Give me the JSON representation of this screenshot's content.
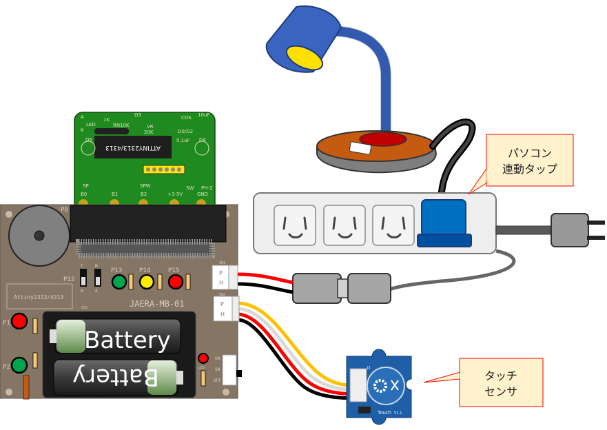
{
  "callouts": {
    "power_strip": {
      "line1": "パソコン",
      "line2": "連動タップ"
    },
    "touch_sensor": {
      "line1": "タッチ",
      "line2": "センサ"
    }
  },
  "sub_board": {
    "chip_label": "ATTINY2313/4313",
    "labels": {
      "led": "LED",
      "k": "K",
      "a": "A",
      "r1k": "1K",
      "rn10k": "RN10K",
      "d3": "D3",
      "vr": "VR",
      "vr20k": "20K",
      "cds": "CDS",
      "d0d2": "D0/D2",
      "c10uf": "10uF",
      "d5": "D5",
      "d4": "D4",
      "c01uf": "0.1uF",
      "sp": "SP",
      "spw": "SPW",
      "sw": "SW",
      "ph2": "PH-2",
      "b0": "B0",
      "b1": "B1",
      "b2": "B2",
      "v": "+3-5V",
      "gnd": "GND"
    }
  },
  "main_board": {
    "name": "JAERA-MB-01",
    "chip_label": "Attiny2313/4313",
    "labels": {
      "p0": "P0",
      "p12": "P12",
      "p13": "P13",
      "p14": "P14",
      "p15": "P15",
      "p1": "P1",
      "p2": "P2",
      "t": "T",
      "m": "M",
      "w": "W",
      "a": "A",
      "cn1": "CN1",
      "cn2": "CN2",
      "on": "ON",
      "sw": "SW",
      "off": "OFF",
      "led": "LED",
      "cds": "CDS"
    },
    "connectors": [
      {
        "p": "P",
        "h": "H"
      },
      {
        "p": "P",
        "h": "H"
      }
    ],
    "batteries": [
      "Battery",
      "Battery"
    ],
    "led_colors": {
      "p13": "#00a550",
      "p14": "#ffee00",
      "p15": "#ff0000",
      "p1": "#ff0000",
      "p2": "#00a550"
    }
  },
  "touch_module": {
    "label": "Touch",
    "version": "V1.1",
    "j2": "J2"
  },
  "colors": {
    "callout_fill": "#fff2cc",
    "callout_border": "#ff0000",
    "lamp_blue": "#3a64c0",
    "plug_blue": "#0070c0"
  }
}
